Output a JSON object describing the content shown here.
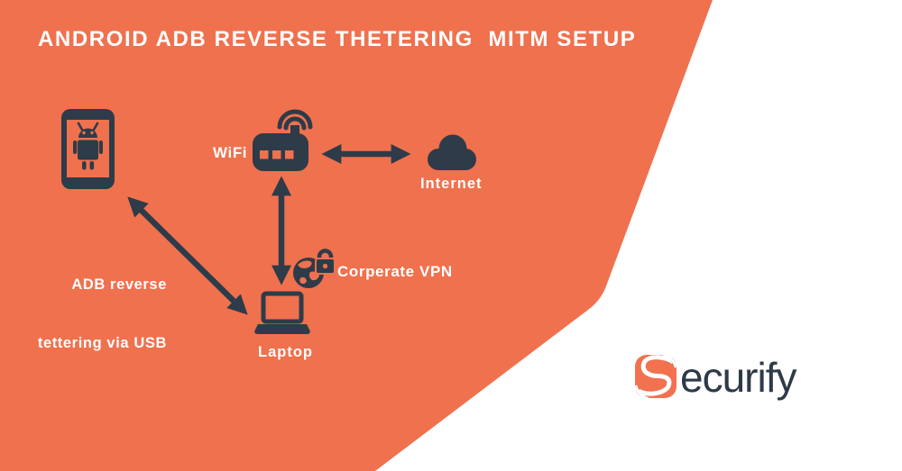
{
  "title": "ANDROID ADB REVERSE THETERING  MITM SETUP",
  "colors": {
    "background": "#FFFFFF",
    "orange": "#F0714E",
    "dark": "#2E3B48",
    "label_text": "#FFFFFF",
    "logo_text": "#2E3A47",
    "logo_mark_orange": "#F2714E"
  },
  "labels": {
    "wifi": "WiFi",
    "internet": "Internet",
    "corporate_vpn": "Corperate VPN",
    "laptop": "Laptop",
    "adb_line1": "ADB reverse",
    "adb_line2": "tettering via USB"
  },
  "icons": [
    {
      "name": "android-phone-icon"
    },
    {
      "name": "wifi-router-icon"
    },
    {
      "name": "wifi-signal-icon"
    },
    {
      "name": "cloud-icon"
    },
    {
      "name": "vpn-globe-lock-icon"
    },
    {
      "name": "laptop-icon"
    },
    {
      "name": "securify-s-mark-icon"
    }
  ],
  "connections": [
    {
      "from": "android-phone",
      "to": "laptop",
      "label": "ADB reverse tettering via USB",
      "bidirectional": true
    },
    {
      "from": "wifi-router",
      "to": "internet",
      "label": "",
      "bidirectional": true
    },
    {
      "from": "wifi-router",
      "to": "laptop",
      "label": "Corperate VPN",
      "bidirectional": true
    }
  ],
  "logo": {
    "brand": "Securify",
    "text_after_mark": "ecurify"
  }
}
